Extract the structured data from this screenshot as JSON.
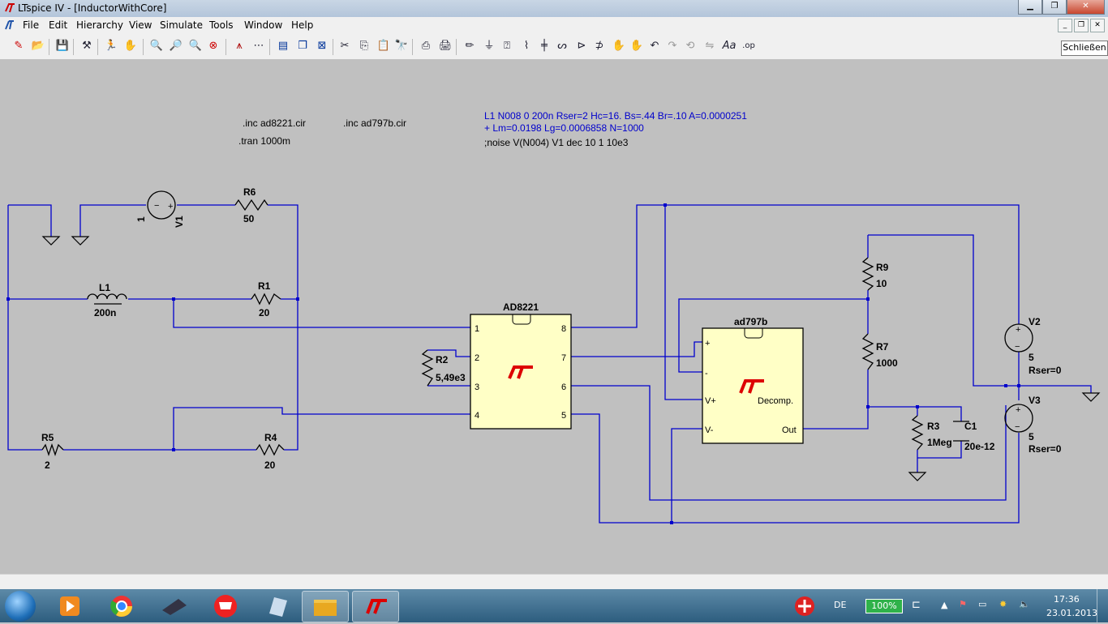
{
  "window": {
    "title": "LTspice IV - [InductorWithCore]"
  },
  "menu": [
    "File",
    "Edit",
    "Hierarchy",
    "View",
    "Simulate",
    "Tools",
    "Window",
    "Help"
  ],
  "tooltip": "Schließen",
  "colors": {
    "wire": "#0000cc",
    "component": "#000000",
    "ic_fill": "#ffffc6",
    "canvas": "#c0c0c0",
    "spice_text": "#0000cc"
  },
  "directives": {
    "inc1": ".inc ad8221.cir",
    "inc2": ".inc ad797b.cir",
    "tran": ".tran 1000m",
    "k_line1": "L1 N008 0 200n Rser=2 Hc=16. Bs=.44 Br=.10 A=0.0000251",
    "k_line2": "+ Lm=0.0198 Lg=0.0006858 N=1000",
    "noise": ";noise V(N004) V1 dec 10 1 10e3"
  },
  "components": {
    "v1": {
      "name": "V1",
      "value": "1"
    },
    "r6": {
      "name": "R6",
      "value": "50"
    },
    "l1": {
      "name": "L1",
      "value": "200n"
    },
    "r1": {
      "name": "R1",
      "value": "20"
    },
    "r5": {
      "name": "R5",
      "value": "2"
    },
    "r4": {
      "name": "R4",
      "value": "20"
    },
    "r2": {
      "name": "R2",
      "value": "5,49e3"
    },
    "u1": {
      "name": "AD8221",
      "pins": [
        "1",
        "2",
        "3",
        "4",
        "8",
        "7",
        "6",
        "5"
      ]
    },
    "u2": {
      "name": "ad797b",
      "pins": [
        "+",
        "-",
        "V+",
        "V-",
        "Decomp.",
        "Out"
      ]
    },
    "r9": {
      "name": "R9",
      "value": "10"
    },
    "r7": {
      "name": "R7",
      "value": "1000"
    },
    "r3": {
      "name": "R3",
      "value": "1Meg"
    },
    "c1": {
      "name": "C1",
      "value": "20e-12"
    },
    "v2": {
      "name": "V2",
      "value": "5",
      "rser": "Rser=0"
    },
    "v3": {
      "name": "V3",
      "value": "5",
      "rser": "Rser=0"
    }
  },
  "taskbar": {
    "lang": "DE",
    "battery": "100%",
    "time": "17:36",
    "date": "23.01.2013",
    "apps": [
      "media-player",
      "chrome",
      "scanner",
      "shop",
      "notes",
      "file-explorer",
      "ltspice"
    ]
  }
}
